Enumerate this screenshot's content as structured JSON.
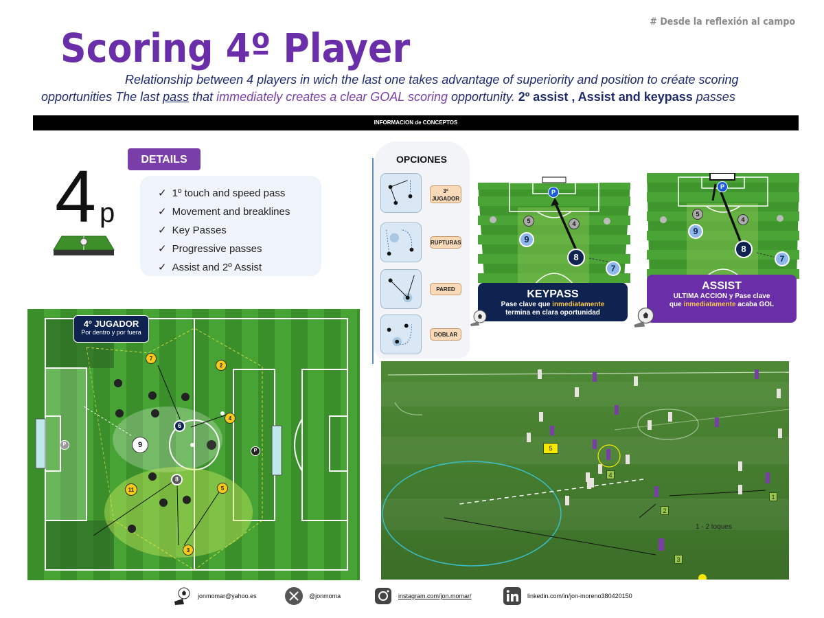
{
  "header": {
    "hashtag": "# Desde la reflexión al campo",
    "title": "Scoring 4º Player"
  },
  "subtitle": {
    "line1": "Relationship between 4 players in wich the last one takes advantage of superiority and position to créate scoring",
    "line2_a": "opportunities The last  ",
    "line2_pass": "pass",
    "line2_b": " that ",
    "line2_purple": "immediately creates a clear GOAL scoring",
    "line2_c": " opportunity. ",
    "line2_bold": "2º assist , Assist and keypass",
    "line2_d": " passes"
  },
  "info_bar": "INFORMACION de CONCEPTOS",
  "players_badge": {
    "number": "4",
    "letter": "p"
  },
  "details": {
    "badge": "DETAILS",
    "items": [
      "1º touch and speed pass",
      "Movement and breaklines",
      "Key Passes",
      "Progressive passes",
      "Assist  and 2º Assist"
    ]
  },
  "opciones": {
    "title": "OPCIONES",
    "items": [
      "3º JUGADOR",
      "RUPTURAS",
      "PARED",
      "DOBLAR"
    ]
  },
  "keypass": {
    "title": "KEYPASS",
    "text_a": "Pase clave que ",
    "text_gold": "inmediatamente",
    "text_b": "termina en clara oportunidad",
    "players": [
      "P",
      "5",
      "4",
      "9",
      "8",
      "7"
    ]
  },
  "assist": {
    "title": "ASSIST",
    "text_a": "ULTIMA ACCION y Pase clave",
    "text_b": "que ",
    "text_gold": "inmediatamente",
    "text_c": " acaba GOL",
    "players": [
      "P",
      "5",
      "4",
      "9",
      "8",
      "7"
    ]
  },
  "jugador_box": {
    "title": "4º JUGADOR",
    "subtitle": "Por dentro y por fuera"
  },
  "pitch_players": {
    "yellow": [
      "7",
      "2",
      "4",
      "11",
      "5",
      "3"
    ],
    "navy": [
      "6",
      "8"
    ],
    "white": [
      "9"
    ],
    "keepers": [
      "P",
      "P"
    ]
  },
  "photo": {
    "labels": [
      "5",
      "4",
      "1",
      "2",
      "3"
    ],
    "toques": "1 - 2 toques"
  },
  "footer": {
    "email": "jonmomar@yahoo.es",
    "x_handle": "@jonmoma",
    "instagram": "instagram.com/jon.momar/",
    "linkedin": "linkedin.com/in/jon-moreno380420150"
  },
  "colors": {
    "title_purple": "#6a2fa8",
    "navy": "#0f2351",
    "pitch_green": "#3d8f2a",
    "player_yellow": "#f6c91a"
  }
}
